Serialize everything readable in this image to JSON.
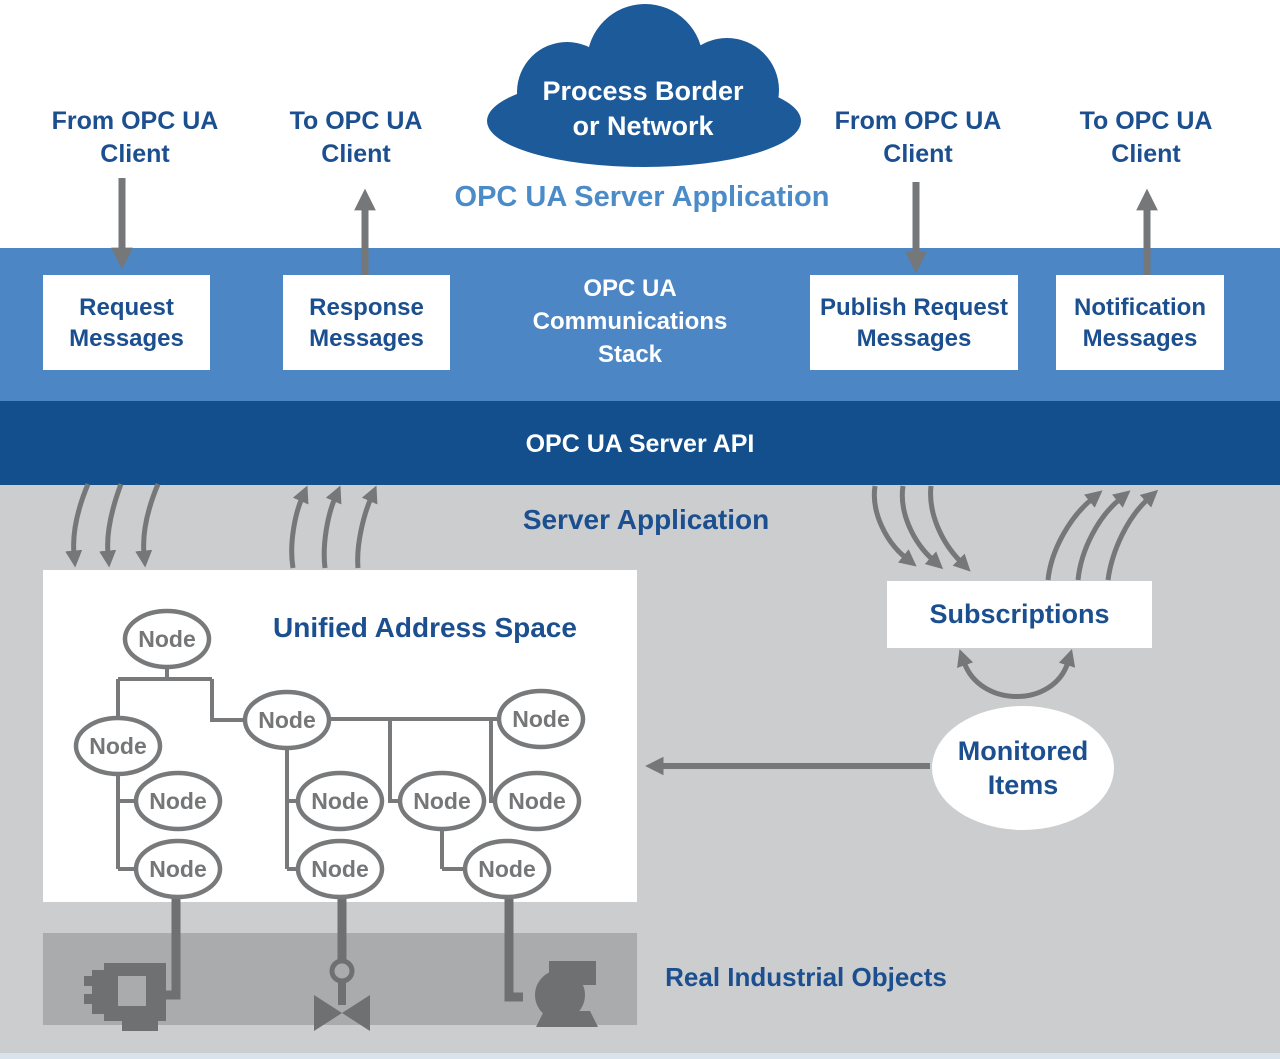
{
  "cloud": {
    "line1": "Process Border",
    "line2": "or Network"
  },
  "top_labels": [
    {
      "line1": "From OPC UA",
      "line2": "Client"
    },
    {
      "line1": "To OPC UA",
      "line2": "Client"
    },
    {
      "line1": "From OPC UA",
      "line2": "Client"
    },
    {
      "line1": "To OPC UA",
      "line2": "Client"
    }
  ],
  "headings": {
    "server_app_outer": "OPC UA Server Application",
    "comm_stack_line1": "OPC UA",
    "comm_stack_line2": "Communications",
    "comm_stack_line3": "Stack",
    "server_api": "OPC UA Server API",
    "server_app_inner": "Server Application",
    "address_space": "Unified Address Space",
    "subscriptions": "Subscriptions",
    "monitored_line1": "Monitored",
    "monitored_line2": "Items",
    "real_objects": "Real Industrial Objects"
  },
  "message_boxes": [
    {
      "line1": "Request",
      "line2": "Messages"
    },
    {
      "line1": "Response",
      "line2": "Messages"
    },
    {
      "line1": "Publish Request",
      "line2": "Messages"
    },
    {
      "line1": "Notification",
      "line2": "Messages"
    }
  ],
  "address_space": {
    "node_label": "Node",
    "node_count": 11
  },
  "icons": [
    "cloud-icon",
    "motor-icon",
    "valve-icon",
    "pump-icon"
  ],
  "colors": {
    "cloud_blue": "#1c5a9a",
    "comm_stack_band": "#4d86c4",
    "server_api_band": "#134f8d",
    "dark_blue_text": "#1b4f8f",
    "light_blue_text": "#4b8cc8",
    "background_gray": "#cbcdce",
    "objects_band_gray": "#a9abad",
    "arrow_gray": "#757779",
    "node_gray": "#77797b",
    "equipment_gray": "#6e7072"
  }
}
